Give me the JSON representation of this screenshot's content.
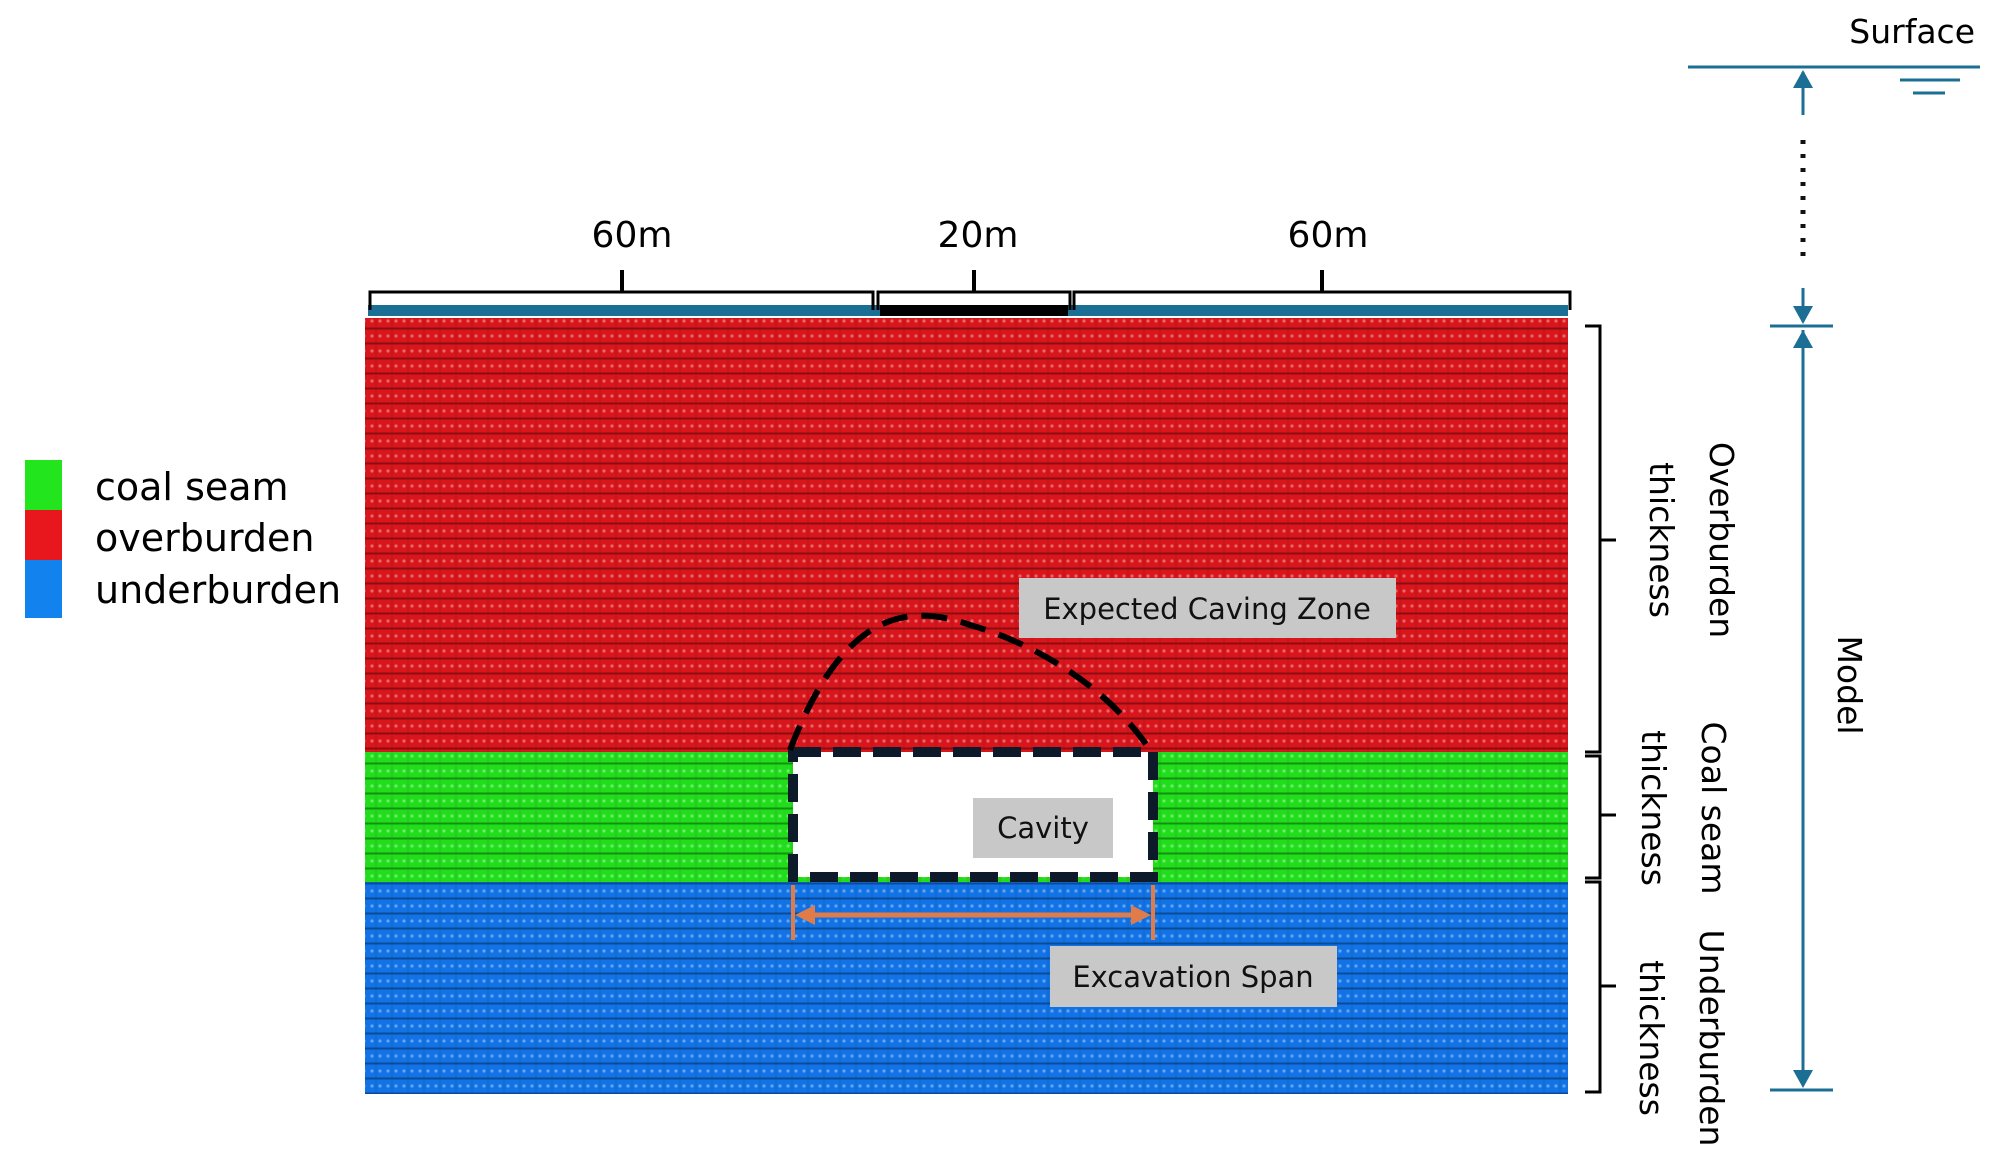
{
  "legend": {
    "items": [
      {
        "label": "coal seam",
        "color": "#22e51e"
      },
      {
        "label": "overburden",
        "color": "#e8171d"
      },
      {
        "label": "underburden",
        "color": "#1283ee"
      }
    ]
  },
  "dimensions": {
    "left": "60m",
    "middle": "20m",
    "right": "60m"
  },
  "layers": {
    "overburden_color": "#d8161c",
    "coal_color": "#22dd1c",
    "underburden_color": "#1173e6"
  },
  "labels": {
    "expected_caving_zone": "Expected Caving Zone",
    "cavity": "Cavity",
    "excavation_span": "Excavation Span",
    "surface": "Surface",
    "model": "Model",
    "overburden_line1": "Overburden",
    "overburden_line2": "thickness",
    "coal_line1": "Coal seam",
    "coal_line2": "thickness",
    "underburden_line1": "Underburden",
    "underburden_line2": "thickness"
  },
  "colors": {
    "teal": "#1c6f94",
    "span_arrow": "#e07b4a",
    "label_box": "#c8c8c8"
  }
}
